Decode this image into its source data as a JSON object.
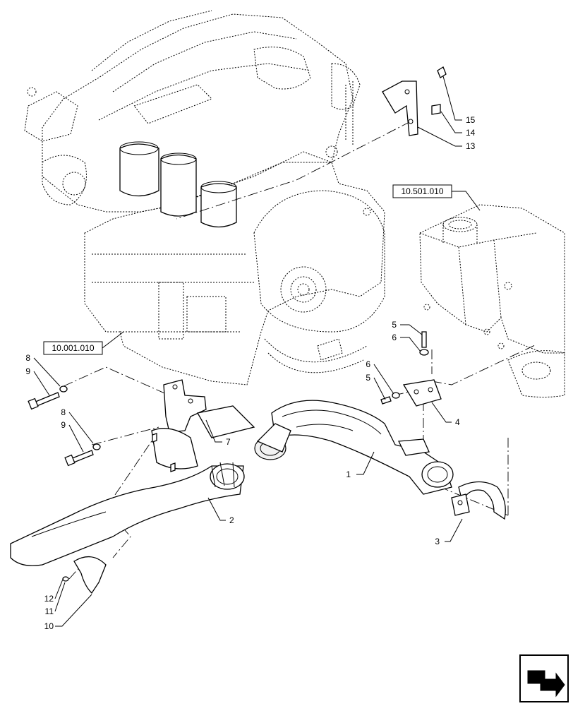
{
  "references": {
    "engine": "10.001.010",
    "muffler": "10.501.010"
  },
  "callouts": [
    {
      "id": "c1",
      "label": "1"
    },
    {
      "id": "c2",
      "label": "2"
    },
    {
      "id": "c3",
      "label": "3"
    },
    {
      "id": "c4",
      "label": "4"
    },
    {
      "id": "c5a",
      "label": "5"
    },
    {
      "id": "c6a",
      "label": "6"
    },
    {
      "id": "c5b",
      "label": "5"
    },
    {
      "id": "c6b",
      "label": "6"
    },
    {
      "id": "c7",
      "label": "7"
    },
    {
      "id": "c8a",
      "label": "8"
    },
    {
      "id": "c9a",
      "label": "9"
    },
    {
      "id": "c8b",
      "label": "8"
    },
    {
      "id": "c9b",
      "label": "9"
    },
    {
      "id": "c10",
      "label": "10"
    },
    {
      "id": "c11",
      "label": "11"
    },
    {
      "id": "c12",
      "label": "12"
    },
    {
      "id": "c13",
      "label": "13"
    },
    {
      "id": "c14",
      "label": "14"
    },
    {
      "id": "c15",
      "label": "15"
    }
  ],
  "icons": {
    "nav": "arrow-navigation-icon"
  }
}
